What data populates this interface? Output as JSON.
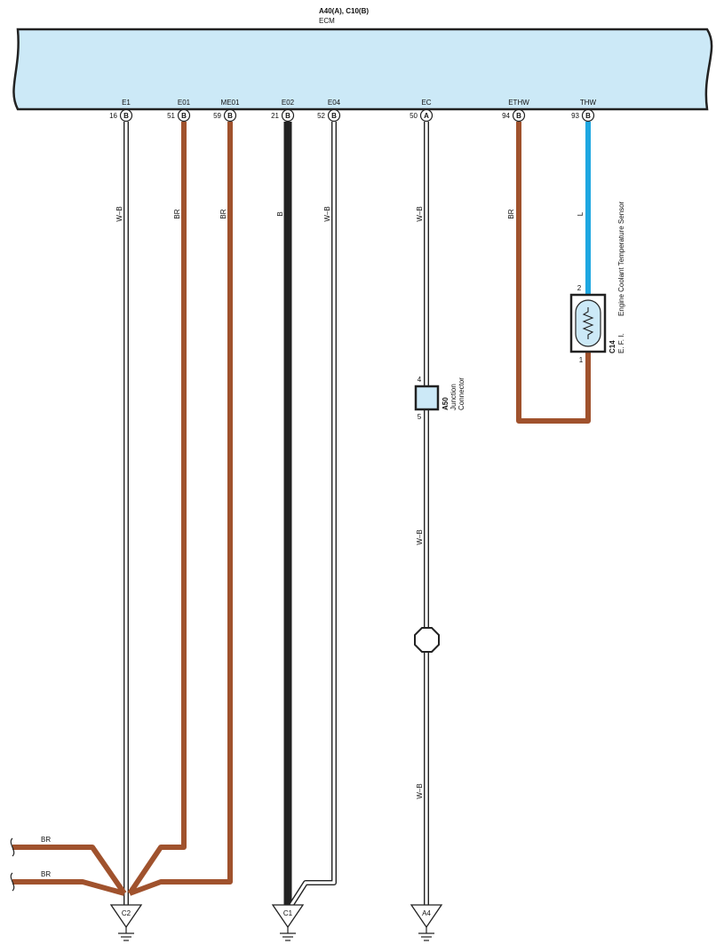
{
  "header": {
    "connector_ids": "A40(A), C10(B)",
    "component": "ECM"
  },
  "colors": {
    "brown": "#a0522d",
    "black": "#222222",
    "blue": "#1ea7e1",
    "ecm_fill": "#cce9f7",
    "connector_fill": "#cce9f7"
  },
  "pins": [
    {
      "name": "E1",
      "num": "16",
      "conn": "B"
    },
    {
      "name": "E01",
      "num": "51",
      "conn": "B"
    },
    {
      "name": "ME01",
      "num": "59",
      "conn": "B"
    },
    {
      "name": "E02",
      "num": "21",
      "conn": "B"
    },
    {
      "name": "E04",
      "num": "52",
      "conn": "B"
    },
    {
      "name": "EC",
      "num": "50",
      "conn": "A"
    },
    {
      "name": "ETHW",
      "num": "94",
      "conn": "B"
    },
    {
      "name": "THW",
      "num": "93",
      "conn": "B"
    }
  ],
  "wire_labels": {
    "e1": "W–B",
    "e01": "BR",
    "me01": "BR",
    "e02": "B",
    "e04": "W–B",
    "ec_upper": "W–B",
    "ec_mid": "W–B",
    "ec_lower": "W–B",
    "ethw": "BR",
    "thw": "L",
    "left_upper": "BR",
    "left_lower": "BR"
  },
  "sensor": {
    "code": "C14",
    "system": "E. F. I.",
    "name": "Engine Coolant Temperature Sensor",
    "pin_top": "2",
    "pin_bottom": "1"
  },
  "junction": {
    "code": "A50",
    "name_line1": "Junction",
    "name_line2": "Connector",
    "pin_top": "4",
    "pin_bottom": "5"
  },
  "grounds": {
    "g1": "C2",
    "g2": "C1",
    "g3": "A4"
  }
}
